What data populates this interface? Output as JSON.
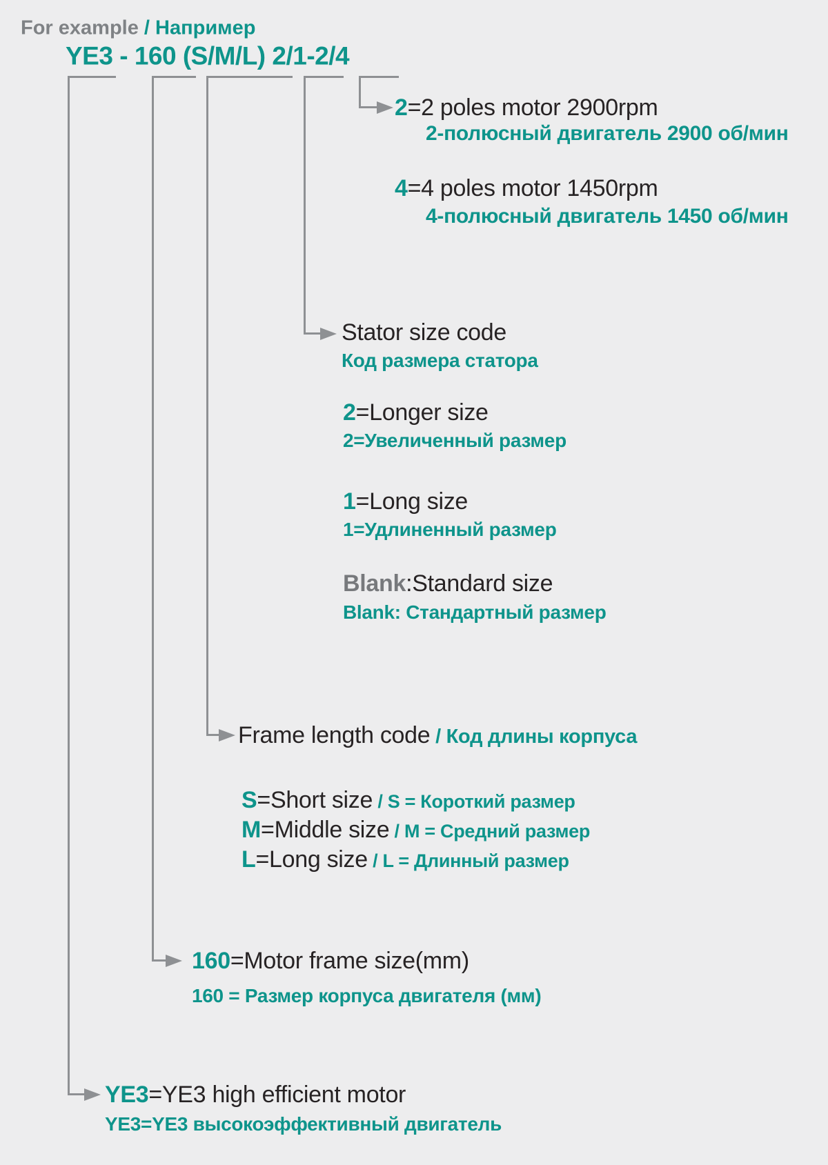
{
  "colors": {
    "background": "#ededee",
    "teal": "#0e948b",
    "text_black": "#272324",
    "gray_label": "#7f8285",
    "gray_blank": "#77797c",
    "connector_line": "#8e9093"
  },
  "header": {
    "example_en": "For example",
    "example_ru": " / Например",
    "code": "YE3 - 160 (S/M/L) 2/1-2/4"
  },
  "sections": {
    "poles": {
      "items": [
        {
          "lead": "2",
          "en": "=2 poles motor 2900rpm",
          "ru": "2-полюсный двигатель 2900 об/мин"
        },
        {
          "lead": "4",
          "en": "=4 poles motor 1450rpm",
          "ru": "4-полюсный двигатель 1450 об/мин"
        }
      ]
    },
    "stator": {
      "title_en": "Stator size code",
      "title_ru": "Код размера статора",
      "items": [
        {
          "lead": "2",
          "en": "=Longer size",
          "ru": "2=Увеличенный размер"
        },
        {
          "lead": "1",
          "en": "=Long size",
          "ru": "1=Удлиненный размер"
        },
        {
          "lead": "Blank",
          "en": ":Standard size",
          "ru": "Blank: Стандартный размер"
        }
      ]
    },
    "frame_length": {
      "title_en": "Frame length code",
      "title_ru": " / Код длины корпуса",
      "items": [
        {
          "lead": "S",
          "en": "=Short size",
          "ru": "  / S = Короткий размер"
        },
        {
          "lead": "M",
          "en": "=Middle size",
          "ru": " / M = Средний размер"
        },
        {
          "lead": "L",
          "en": "=Long size",
          "ru": " / L = Длинный размер"
        }
      ]
    },
    "frame_size": {
      "lead": "160",
      "en": "=Motor frame size(mm)",
      "ru": "160 = Размер корпуса двигателя (мм)"
    },
    "series": {
      "lead": "YE3",
      "en": "=YE3 high efficient motor",
      "ru": "YE3=YE3 высокоэффективный двигатель"
    }
  }
}
